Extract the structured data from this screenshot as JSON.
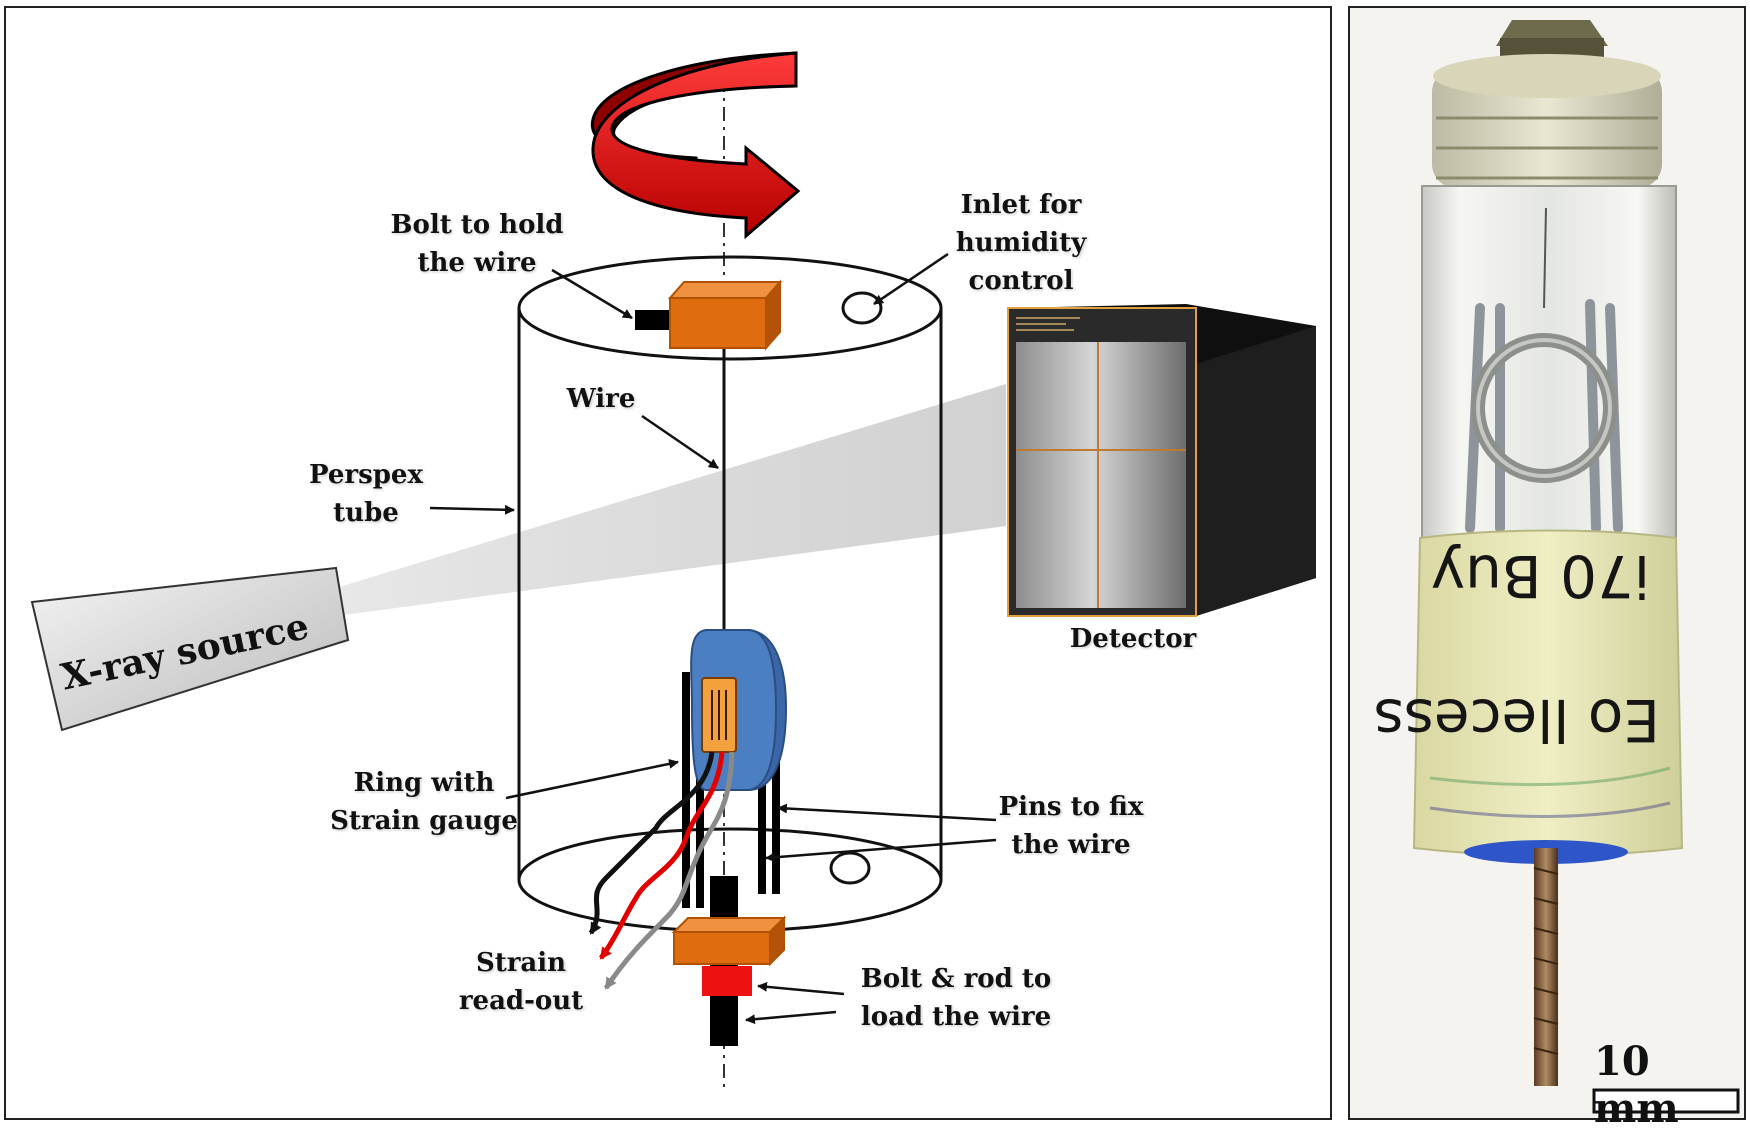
{
  "labels": {
    "bolt_hold": "Bolt to hold\nthe wire",
    "inlet": "Inlet for humidity\ncontrol",
    "wire": "Wire",
    "perspex": "Perspex\ntube",
    "xray": "X-ray source",
    "detector": "Detector",
    "ring": "Ring with\nStrain gauge",
    "pins": "Pins to fix\nthe wire",
    "strain": "Strain\nread-out",
    "bolt_rod": "Bolt & rod to\nload the wire"
  },
  "photo": {
    "tape_line1": "i70 Buy",
    "tape_line2": "Eo llecess",
    "scale_bar": "10 mm"
  },
  "colors": {
    "orange_block": "#e06c10",
    "ring_blue": "#4b7fc1",
    "arrow_red": "#d91b1b",
    "detector_body": "#1a1a1a",
    "tape_yellow": "#e9e8b5"
  }
}
